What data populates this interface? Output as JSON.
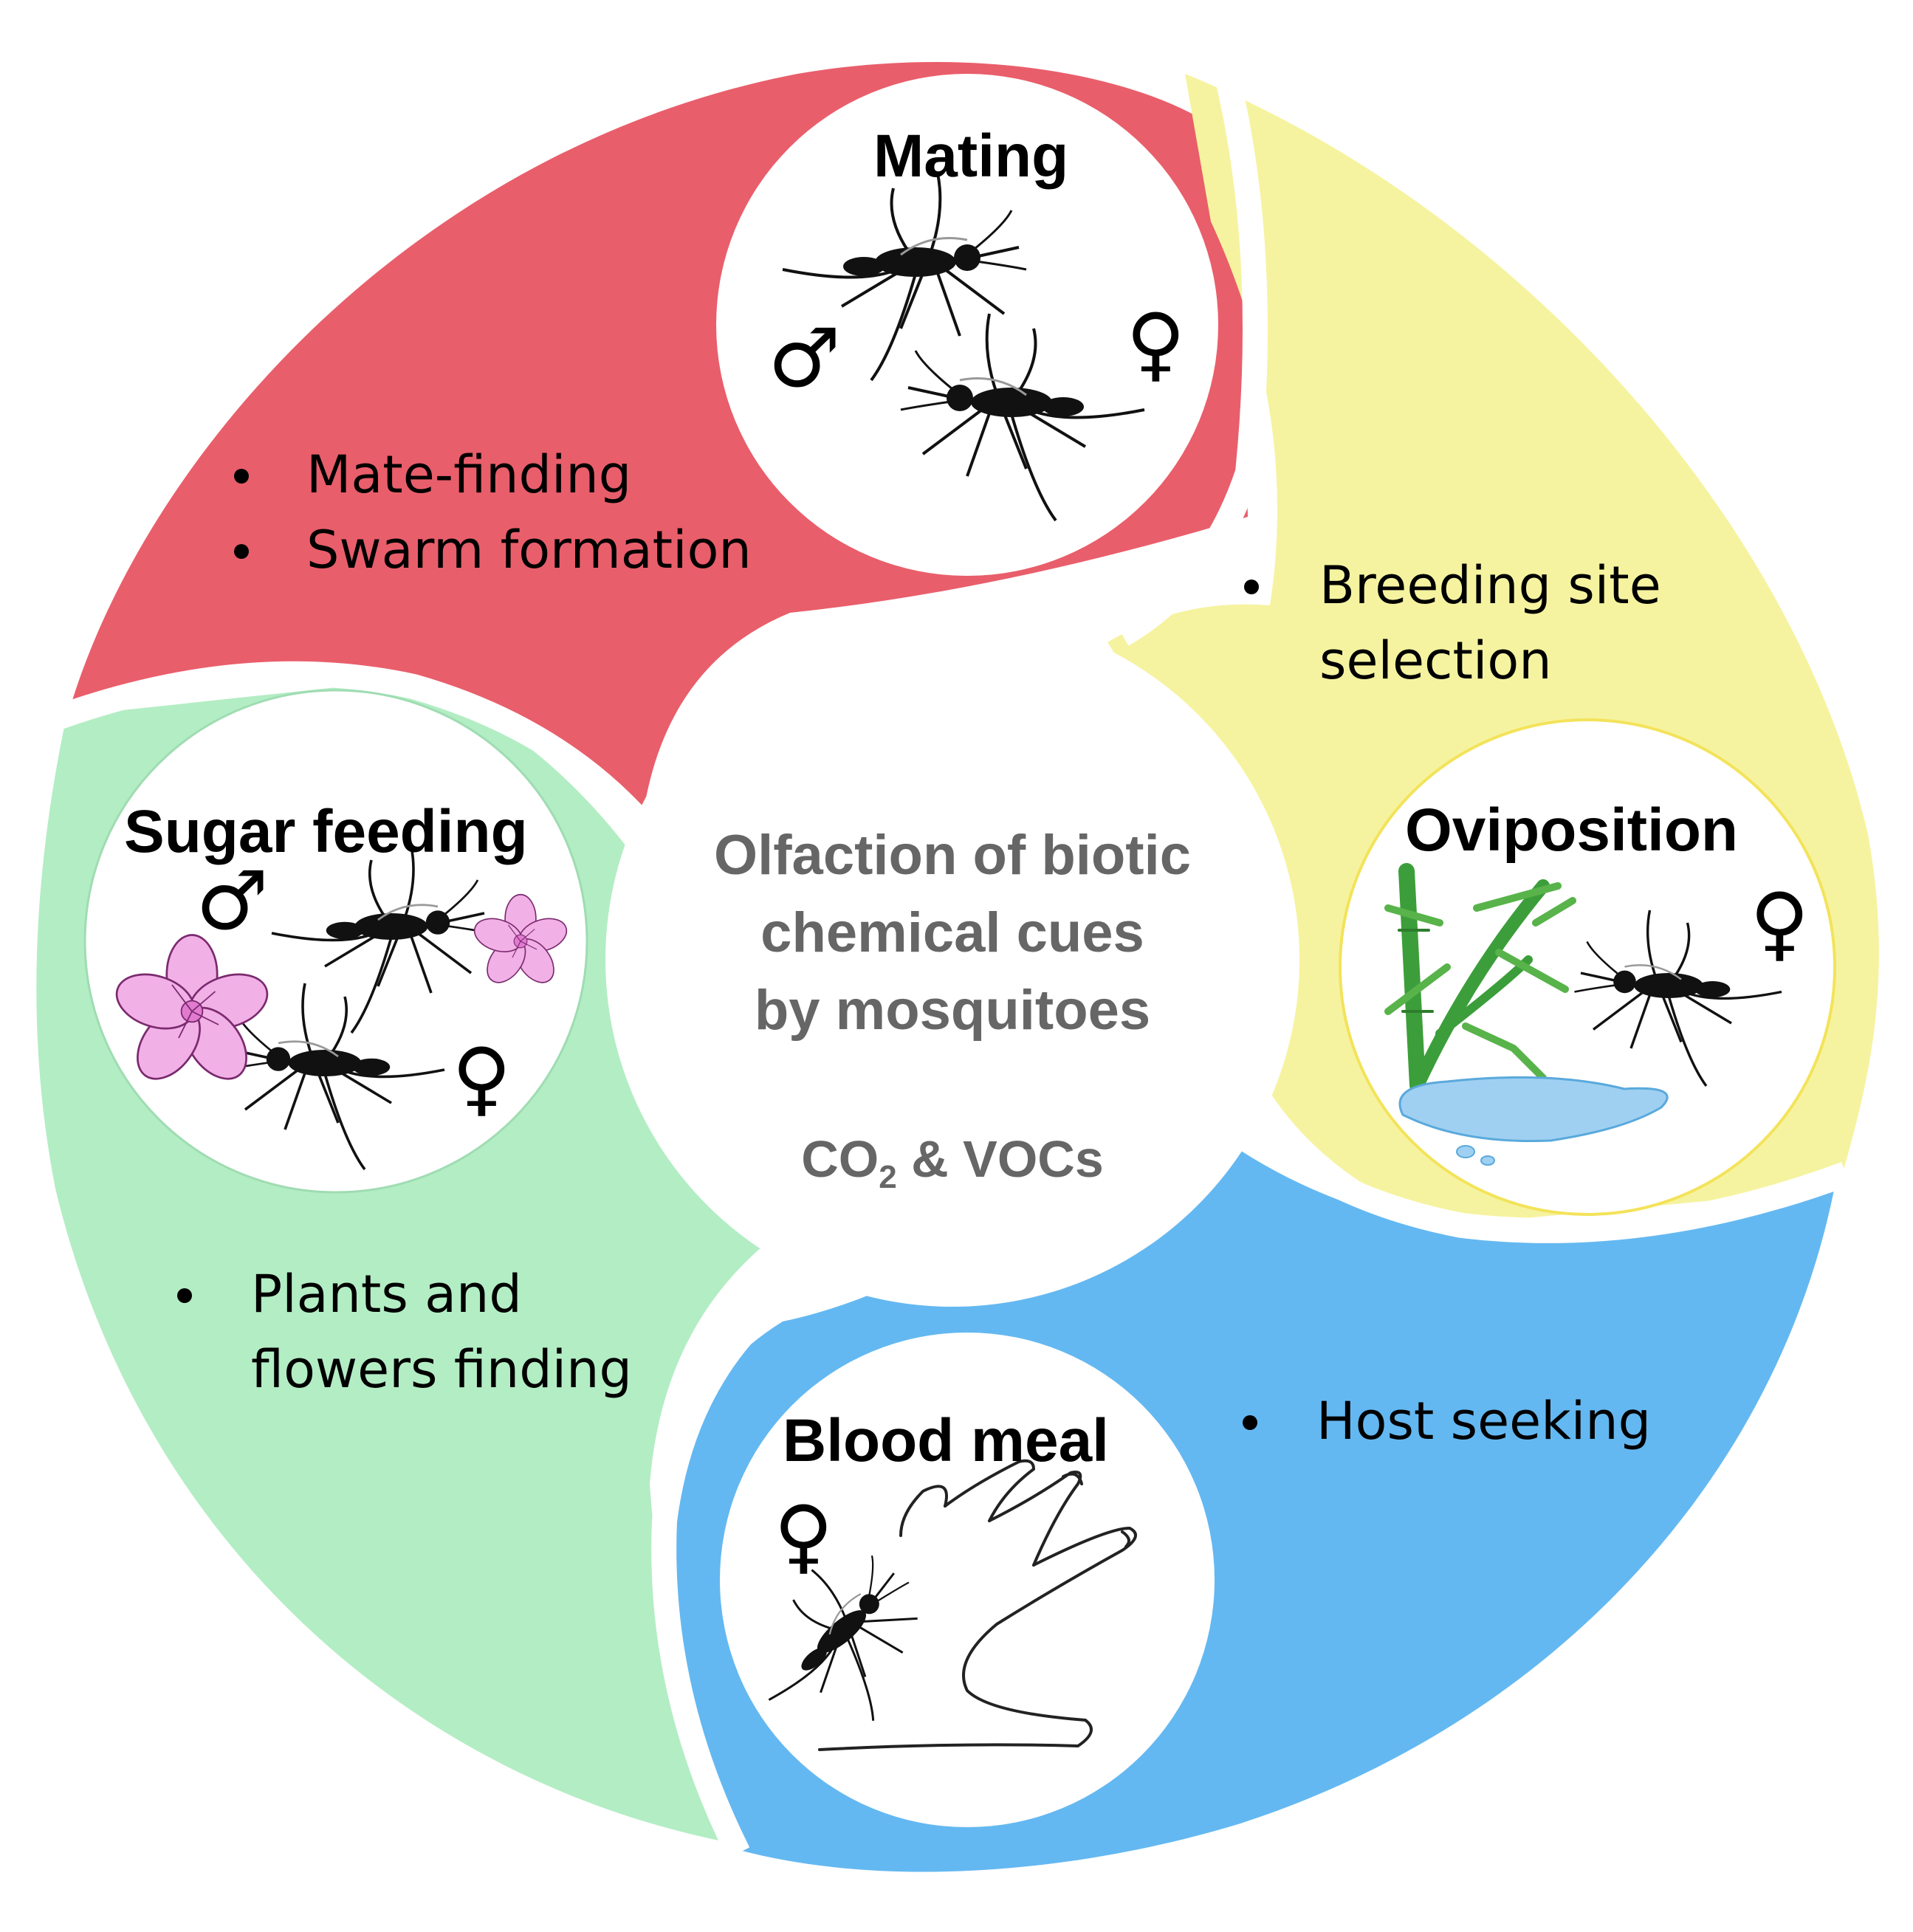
{
  "center": {
    "line1": "Olfaction of biotic",
    "line2": "chemical cues",
    "line3": "by mosquitoes",
    "co2_base": "CO",
    "co2_sub": "2",
    "co2_rest": " & VOCs"
  },
  "sections": {
    "mating": {
      "title": "Mating",
      "color": "#e95e6b",
      "bullets": [
        "Mate-finding",
        "Swarm formation"
      ],
      "symbols": {
        "male": "♂",
        "female": "♀"
      }
    },
    "oviposition": {
      "title": "Oviposition",
      "color": "#f6f3a0",
      "bullets": [
        "Breeding site",
        "selection"
      ],
      "symbols": {
        "female": "♀"
      }
    },
    "blood_meal": {
      "title": "Blood meal",
      "color": "#64b8f1",
      "bullets": [
        "Host seeking"
      ],
      "symbols": {
        "female": "♀"
      }
    },
    "sugar_feeding": {
      "title": "Sugar feeding",
      "color": "#b3edc4",
      "bullets": [
        "Plants and",
        "flowers finding"
      ],
      "symbols": {
        "male": "♂",
        "female": "♀"
      }
    }
  },
  "icons": [
    "mosquito-icon",
    "flower-icon",
    "bamboo-icon",
    "water-puddle-icon",
    "hand-icon"
  ]
}
